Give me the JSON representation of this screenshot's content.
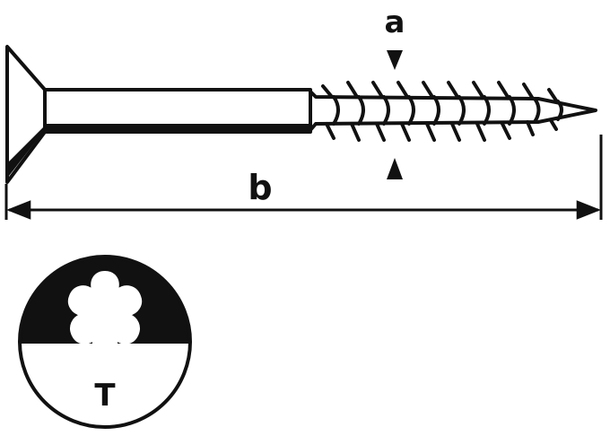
{
  "labels": {
    "a": "a",
    "b": "b",
    "drive": "T"
  },
  "colors": {
    "ink": "#111111",
    "paper": "#ffffff"
  },
  "icons": {
    "head": "countersunk-head-icon",
    "drive": "torx-star-drive-icon"
  }
}
